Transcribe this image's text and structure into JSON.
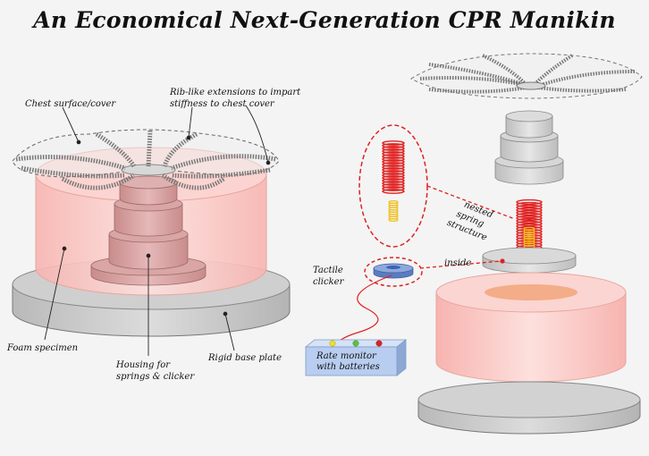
{
  "title": "An Economical Next-Generation CPR Manikin",
  "labels": {
    "chest_cover": "Chest surface/cover",
    "rib_line1": "Rib-like extensions to impart",
    "rib_line2": "stiffness to chest cover",
    "foam": "Foam specimen",
    "housing_line1": "Housing for",
    "housing_line2": "springs & clicker",
    "base_plate": "Rigid base plate",
    "tactile_line1": "Tactile",
    "tactile_line2": "clicker",
    "nested_line1": "nested",
    "nested_line2": "spring",
    "nested_line3": "structure",
    "inside": "inside",
    "monitor_line1": "Rate monitor",
    "monitor_line2": "with batteries"
  },
  "colors": {
    "spring_red": "#e02020",
    "spring_yellow": "#f0c020",
    "foam_pink": "#f9c8c4",
    "housing": "#d9a0a0",
    "base_gray": "#c8c8c8",
    "monitor_blue": "#b8cdef",
    "clicker_blue": "#6f8fd0",
    "dashed_red": "#e02020"
  }
}
